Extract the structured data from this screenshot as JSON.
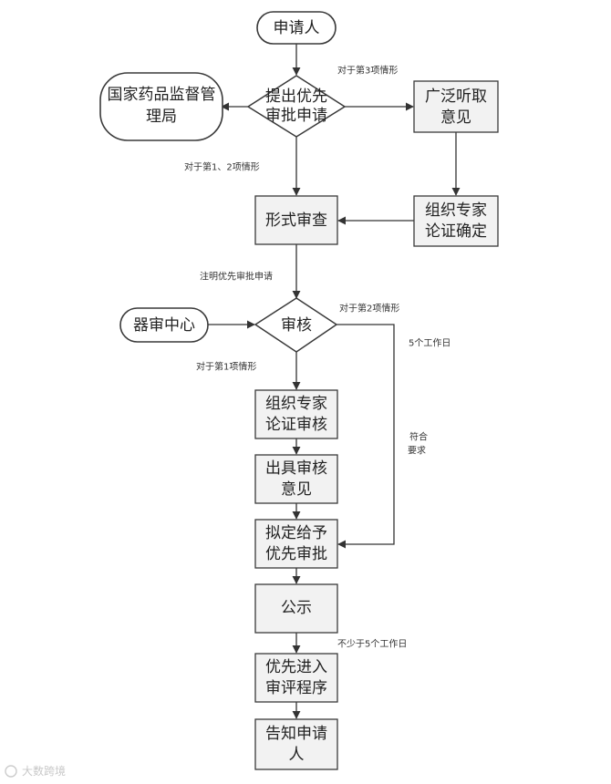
{
  "nodes": {
    "applicant": "申请人",
    "nmpa": [
      "国家药品监督管",
      "理局"
    ],
    "submit": [
      "提出优先",
      "审批申请"
    ],
    "solicit": [
      "广泛听取",
      "意见"
    ],
    "formal_review": "形式审查",
    "expert_confirm": [
      "组织专家",
      "论证确定"
    ],
    "device_center": "器审中心",
    "audit": "审核",
    "expert_audit": [
      "组织专家",
      "论证审核"
    ],
    "issue_opinion": [
      "出具审核",
      "意见"
    ],
    "propose": [
      "拟定给予",
      "优先审批"
    ],
    "publicity": "公示",
    "enter_process": [
      "优先进入",
      "审评程序"
    ],
    "notify": [
      "告知申请",
      "人"
    ]
  },
  "annotations": {
    "case3": "对于第3项情形",
    "case12": "对于第1、2项情形",
    "indicate": "注明优先审批申请",
    "case2": "对于第2项情形",
    "five_days": "5个工作日",
    "case1": "对于第1项情形",
    "meets": [
      "符合",
      "要求"
    ],
    "min_five_days": "不少于5个工作日"
  },
  "watermark": "大数跨境",
  "colors": {
    "line": "#333333",
    "box_fill": "#f2f2f2",
    "text": "#222222"
  }
}
